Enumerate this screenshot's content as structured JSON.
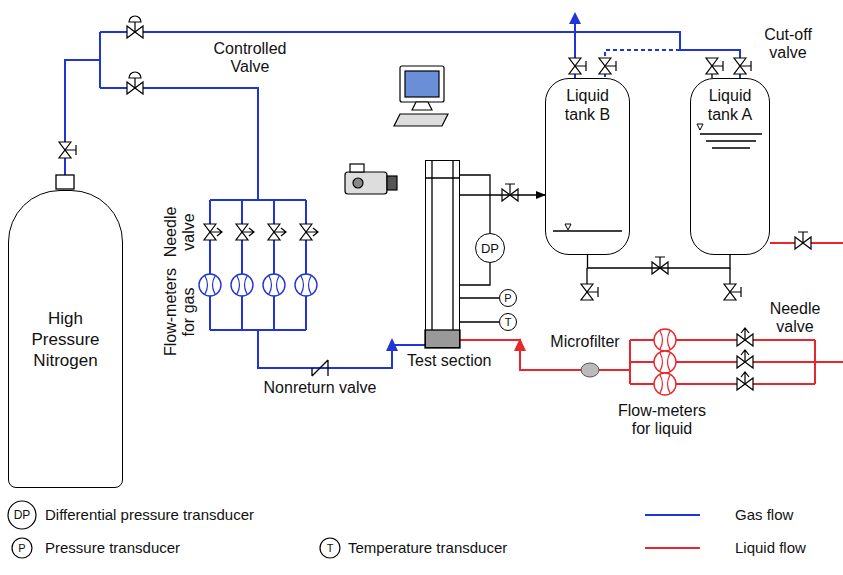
{
  "diagram": {
    "nodes": [
      {
        "text": [
          "High Pressure Nitrogen"
        ]
      },
      {
        "text": [
          "Test section"
        ]
      },
      {
        "text": [
          "DP"
        ]
      },
      {
        "text": [
          "P"
        ]
      },
      {
        "text": [
          "T"
        ]
      },
      {
        "text": [
          "Liquid tank B"
        ]
      },
      {
        "text": [
          "Liquid tank A"
        ]
      }
    ],
    "edges": [
      {
        "from": 1,
        "to": 5,
        "arrow": "to"
      },
      {
        "from": 2,
        "to": 1,
        "arrow": "none"
      },
      {
        "from": 3,
        "to": 1,
        "arrow": "none"
      },
      {
        "from": 4,
        "to": 1,
        "arrow": "none"
      },
      {
        "from": 5,
        "to": 6,
        "arrow": "none"
      }
    ],
    "labels": [
      "Controlled Valve",
      "Needle valve",
      "Flow-meters for gas",
      "Nonreturn valve",
      "Cut-off valve",
      "Needle valve",
      "Microfilter",
      "Flow-meters for liquid",
      "DP",
      "P",
      "T"
    ],
    "legend": [
      {
        "text": "Differential pressure transducer"
      },
      {
        "text": "Pressure transducer"
      },
      {
        "text": "Temperature transducer"
      },
      {
        "text": "Gas flow"
      },
      {
        "text": "Liquid flow"
      }
    ]
  }
}
